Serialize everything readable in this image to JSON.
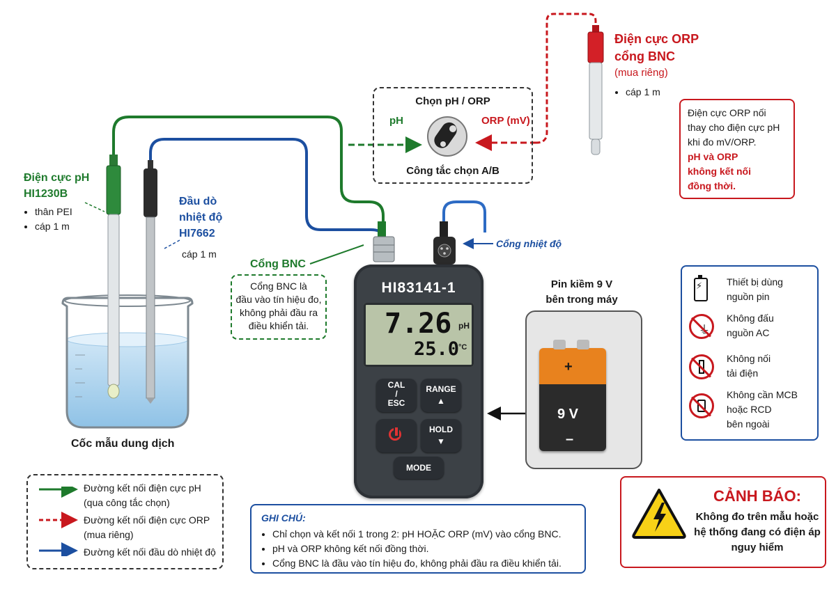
{
  "ph_electrode": {
    "title_1": "Điện cực pH",
    "title_2": "HI1230B",
    "bullets": [
      "thân PEI",
      "cáp 1 m"
    ]
  },
  "temp_probe": {
    "title_1": "Đầu dò",
    "title_2": "nhiệt độ",
    "title_3": "HI7662",
    "note": "cáp 1 m"
  },
  "beaker": {
    "caption": "Cốc mẫu dung dịch"
  },
  "orp_electrode": {
    "title_1": "Điện cực ORP",
    "title_2": "cổng BNC",
    "subtitle": "(mua riêng)",
    "bullets": [
      "cáp 1 m"
    ]
  },
  "selector": {
    "title": "Chọn pH / ORP",
    "left_label": "pH",
    "right_label": "ORP (mV)",
    "caption": "Công tắc chọn A/B"
  },
  "orp_note": {
    "lines": [
      "Điện cực ORP nối",
      "thay cho điện cực pH",
      "khi đo mV/ORP."
    ],
    "warn_lines": [
      "pH và ORP",
      "không kết nối",
      "đồng thời."
    ]
  },
  "bnc_port": {
    "label": "Cổng BNC",
    "note_lines": [
      "Cổng BNC là",
      "đầu vào tín hiệu đo,",
      "không phải đầu ra",
      "điều khiển tải."
    ]
  },
  "temp_port": {
    "label": "Cổng nhiệt độ"
  },
  "meter": {
    "model": "HI83141-1",
    "ph_value": "7.26",
    "ph_unit": "pH",
    "temp_value": "25.0",
    "temp_unit": "°C",
    "buttons": {
      "cal_1": "CAL",
      "cal_2": "/",
      "cal_3": "ESC",
      "range": "RANGE",
      "hold": "HOLD",
      "mode": "MODE"
    }
  },
  "battery": {
    "title_1": "Pin kiềm 9 V",
    "title_2": "bên trong máy",
    "plus": "+",
    "minus": "–",
    "voltage": "9 V"
  },
  "power_legend": {
    "items": [
      {
        "icon": "battery-icon",
        "lines": [
          "Thiết bị dùng",
          "nguồn pin"
        ]
      },
      {
        "icon": "no-ac-plug-icon",
        "lines": [
          "Không đấu",
          "nguồn AC"
        ]
      },
      {
        "icon": "no-load-icon",
        "lines": [
          "Không nối",
          "tải điện"
        ]
      },
      {
        "icon": "no-breaker-icon",
        "lines": [
          "Không cần MCB",
          "hoặc RCD",
          "bên ngoài"
        ]
      }
    ]
  },
  "warning": {
    "title": "CẢNH BÁO:",
    "lines": [
      "Không đo trên mẫu hoặc",
      "hệ thống đang có điện áp",
      "nguy hiểm"
    ]
  },
  "legend": {
    "items": [
      {
        "lines": [
          "Đường kết nối điện cực pH",
          "(qua công tắc chọn)"
        ],
        "color": "#1e7a2c",
        "style": "solid"
      },
      {
        "lines": [
          "Đường kết nối điện cực ORP",
          "(mua riêng)"
        ],
        "color": "#c8181e",
        "style": "dashed"
      },
      {
        "lines": [
          "Đường kết nối đầu dò nhiệt độ"
        ],
        "color": "#1c4fa0",
        "style": "solid"
      }
    ]
  },
  "notes": {
    "title": "GHI CHÚ:",
    "items": [
      "Chỉ chọn và kết nối 1 trong 2: pH HOẶC ORP (mV) vào cổng BNC.",
      "pH và ORP không kết nối đồng thời.",
      "Cổng BNC là đầu vào tín hiệu đo, không phải đầu ra điều khiển tải."
    ]
  },
  "colors": {
    "ph_line": "#1e7a2c",
    "orp_line": "#c8181e",
    "temp_line": "#1c4fa0",
    "warning": "#c8181e"
  }
}
